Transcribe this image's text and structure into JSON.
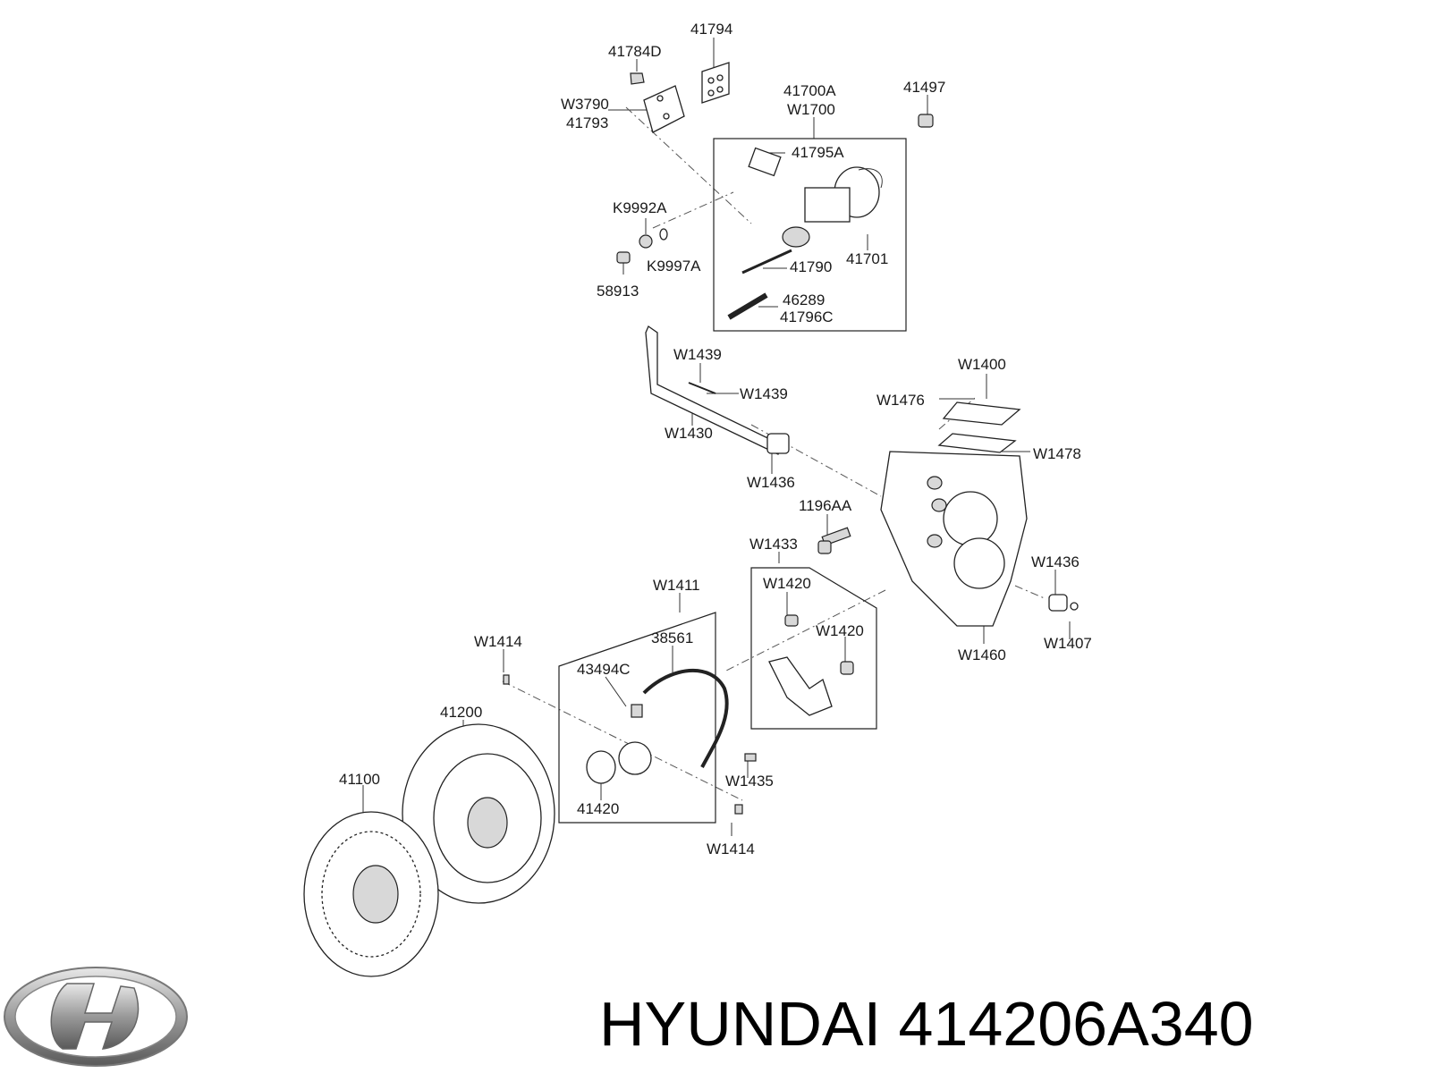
{
  "footer": {
    "brand": "HYUNDAI",
    "part_number": "414206A340"
  },
  "labels": [
    {
      "id": "l01",
      "text": "41794"
    },
    {
      "id": "l02",
      "text": "41784D"
    },
    {
      "id": "l03",
      "text": "W3790"
    },
    {
      "id": "l04",
      "text": "41793"
    },
    {
      "id": "l05",
      "text": "41700A"
    },
    {
      "id": "l06",
      "text": "W1700"
    },
    {
      "id": "l07",
      "text": "41497"
    },
    {
      "id": "l08",
      "text": "41795A"
    },
    {
      "id": "l09",
      "text": "K9992A"
    },
    {
      "id": "l10",
      "text": "K9997A"
    },
    {
      "id": "l11",
      "text": "58913"
    },
    {
      "id": "l12",
      "text": "41790"
    },
    {
      "id": "l13",
      "text": "41701"
    },
    {
      "id": "l14",
      "text": "46289"
    },
    {
      "id": "l15",
      "text": "41796C"
    },
    {
      "id": "l16",
      "text": "W1439"
    },
    {
      "id": "l17",
      "text": "W1439"
    },
    {
      "id": "l18",
      "text": "W1430"
    },
    {
      "id": "l19",
      "text": "W1400"
    },
    {
      "id": "l20",
      "text": "W1476"
    },
    {
      "id": "l21",
      "text": "W1478"
    },
    {
      "id": "l22",
      "text": "W1436"
    },
    {
      "id": "l23",
      "text": "1196AA"
    },
    {
      "id": "l24",
      "text": "W1433"
    },
    {
      "id": "l25",
      "text": "W1436"
    },
    {
      "id": "l26",
      "text": "W1420"
    },
    {
      "id": "l27",
      "text": "W1420"
    },
    {
      "id": "l28",
      "text": "W1411"
    },
    {
      "id": "l29",
      "text": "W1414"
    },
    {
      "id": "l30",
      "text": "38561"
    },
    {
      "id": "l31",
      "text": "43494C"
    },
    {
      "id": "l32",
      "text": "W1460"
    },
    {
      "id": "l33",
      "text": "W1407"
    },
    {
      "id": "l34",
      "text": "41200"
    },
    {
      "id": "l35",
      "text": "41100"
    },
    {
      "id": "l36",
      "text": "41420"
    },
    {
      "id": "l37",
      "text": "W1435"
    },
    {
      "id": "l38",
      "text": "W1414"
    }
  ]
}
